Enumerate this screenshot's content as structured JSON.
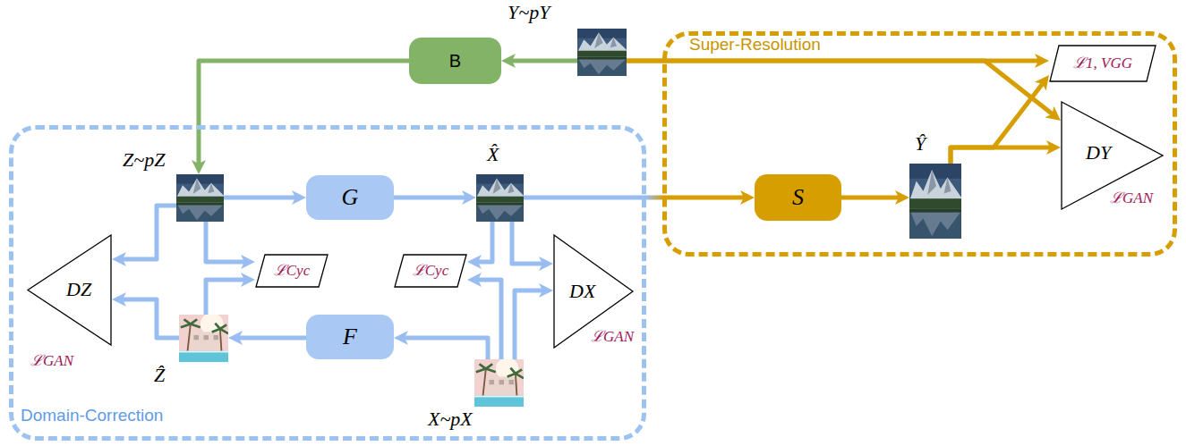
{
  "diagram": {
    "nodes": [
      {
        "text": [
          "Y~pY"
        ]
      },
      {
        "text": [
          "B"
        ]
      },
      {
        "text": [
          "Super-Resolution"
        ]
      },
      {
        "text": [
          "ℒ1, VGG"
        ],
        "in": 2
      },
      {
        "text": [
          "Ŷ"
        ],
        "in": 2
      },
      {
        "text": [
          "S"
        ],
        "in": 2
      },
      {
        "text": [
          "DY",
          "ℒGAN"
        ],
        "in": 2
      },
      {
        "text": [
          "Domain-Correction"
        ]
      },
      {
        "text": [
          "Z~pZ"
        ],
        "in": 7
      },
      {
        "text": [
          "G"
        ],
        "in": 7
      },
      {
        "text": [
          "X̂"
        ],
        "in": 7
      },
      {
        "text": [
          "DZ",
          "ℒGAN"
        ],
        "in": 7
      },
      {
        "text": [
          "ℒCyc"
        ],
        "in": 7
      },
      {
        "text": [
          "ℒCyc"
        ],
        "in": 7
      },
      {
        "text": [
          "DX",
          "ℒGAN"
        ],
        "in": 7
      },
      {
        "text": [
          "F"
        ],
        "in": 7
      },
      {
        "text": [
          "Ẑ"
        ],
        "in": 7
      },
      {
        "text": [
          "X~pX"
        ],
        "in": 7
      }
    ],
    "edges": [
      {
        "from": 0,
        "to": 1,
        "arrow": "to"
      },
      {
        "from": 1,
        "to": 8,
        "arrow": "to"
      },
      {
        "from": 8,
        "to": 9,
        "arrow": "to"
      },
      {
        "from": 9,
        "to": 10,
        "arrow": "to"
      },
      {
        "from": 10,
        "to": 5,
        "arrow": "to"
      },
      {
        "from": 5,
        "to": 4,
        "arrow": "to"
      },
      {
        "from": 0,
        "to": 3,
        "arrow": "to"
      },
      {
        "from": 0,
        "to": 6,
        "arrow": "to"
      },
      {
        "from": 4,
        "to": 3,
        "arrow": "to"
      },
      {
        "from": 4,
        "to": 6,
        "arrow": "to"
      },
      {
        "from": 8,
        "to": 11,
        "arrow": "to"
      },
      {
        "from": 16,
        "to": 11,
        "arrow": "to"
      },
      {
        "from": 8,
        "to": 12,
        "arrow": "to"
      },
      {
        "from": 16,
        "to": 12,
        "arrow": "to"
      },
      {
        "from": 17,
        "to": 15,
        "arrow": "to"
      },
      {
        "from": 15,
        "to": 16,
        "arrow": "to"
      },
      {
        "from": 10,
        "to": 13,
        "arrow": "to"
      },
      {
        "from": 17,
        "to": 13,
        "arrow": "to"
      },
      {
        "from": 10,
        "to": 14,
        "arrow": "to"
      },
      {
        "from": 17,
        "to": 14,
        "arrow": "to"
      }
    ]
  }
}
